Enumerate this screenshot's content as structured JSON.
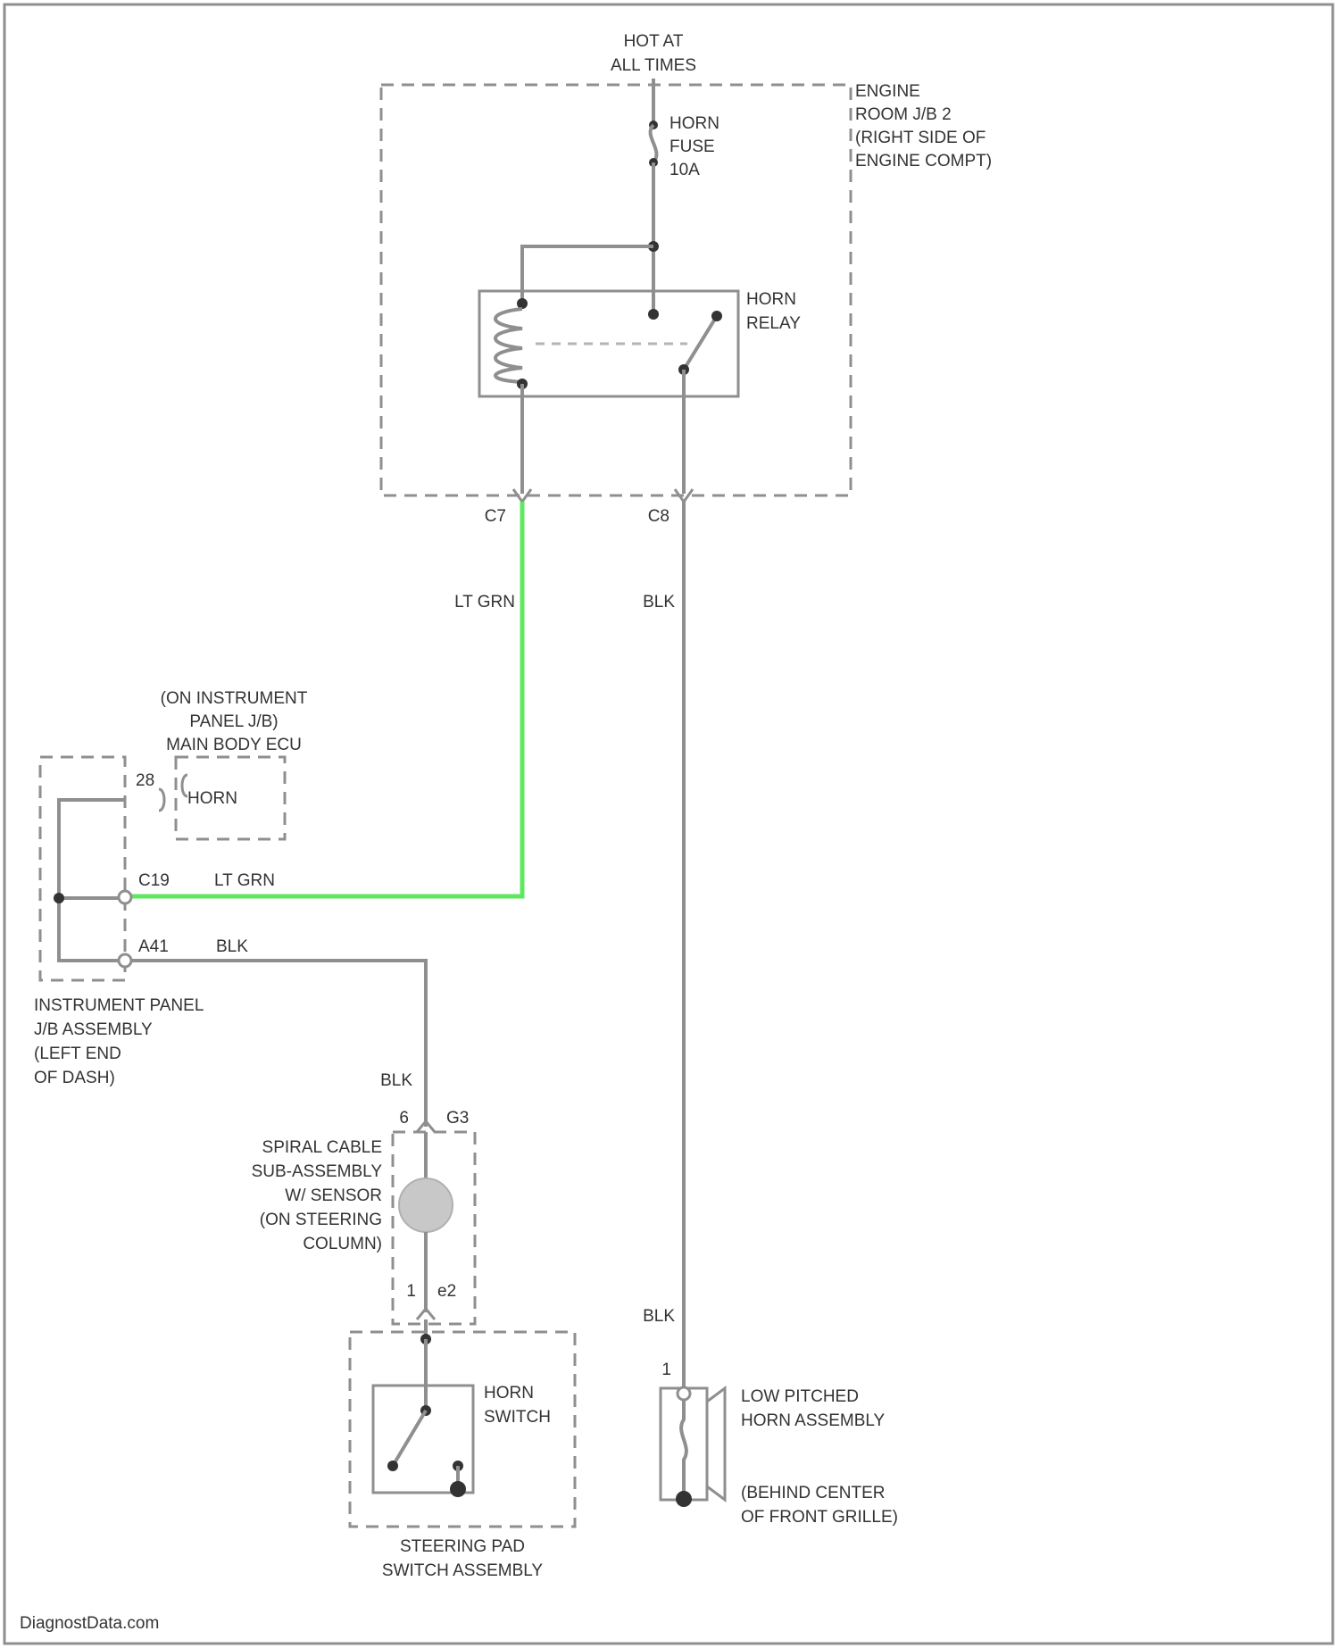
{
  "colors": {
    "wire_default": "#8f8f8f",
    "wire_lt_grn": "#5fe85f",
    "text": "#333333"
  },
  "labels": {
    "hot_at": "HOT AT",
    "all_times": "ALL TIMES",
    "horn_fuse_1": "HORN",
    "horn_fuse_2": "FUSE",
    "horn_fuse_3": "10A",
    "engine_jb_1": "ENGINE",
    "engine_jb_2": "ROOM J/B 2",
    "engine_jb_3": "(RIGHT SIDE OF",
    "engine_jb_4": "ENGINE COMPT)",
    "horn_relay_1": "HORN",
    "horn_relay_2": "RELAY",
    "pin_c7": "C7",
    "pin_c8": "C8",
    "wire_lt_grn_1": "LT GRN",
    "wire_blk_1": "BLK",
    "ipjb_note_1": "(ON INSTRUMENT",
    "ipjb_note_2": "PANEL J/B)",
    "ipjb_note_3": "MAIN BODY ECU",
    "pin_28": "28",
    "ecu_horn": "HORN",
    "pin_c19": "C19",
    "wire_lt_grn_2": "LT GRN",
    "pin_a41": "A41",
    "wire_blk_2": "BLK",
    "ipjb_1": "INSTRUMENT PANEL",
    "ipjb_2": "J/B ASSEMBLY",
    "ipjb_3": "(LEFT END",
    "ipjb_4": "OF DASH)",
    "wire_blk_3": "BLK",
    "pin_6": "6",
    "conn_g3": "G3",
    "spiral_1": "SPIRAL CABLE",
    "spiral_2": "SUB-ASSEMBLY",
    "spiral_3": "W/ SENSOR",
    "spiral_4": "(ON STEERING",
    "spiral_5": "COLUMN)",
    "pin_1a": "1",
    "conn_e2": "e2",
    "horn_switch_1": "HORN",
    "horn_switch_2": "SWITCH",
    "steer_1": "STEERING PAD",
    "steer_2": "SWITCH ASSEMBLY",
    "wire_blk_4": "BLK",
    "pin_1b": "1",
    "lowhorn_1": "LOW PITCHED",
    "lowhorn_2": "HORN ASSEMBLY",
    "lowhorn_3": "(BEHIND CENTER",
    "lowhorn_4": "OF FRONT GRILLE)",
    "watermark": "DiagnostData.com"
  }
}
